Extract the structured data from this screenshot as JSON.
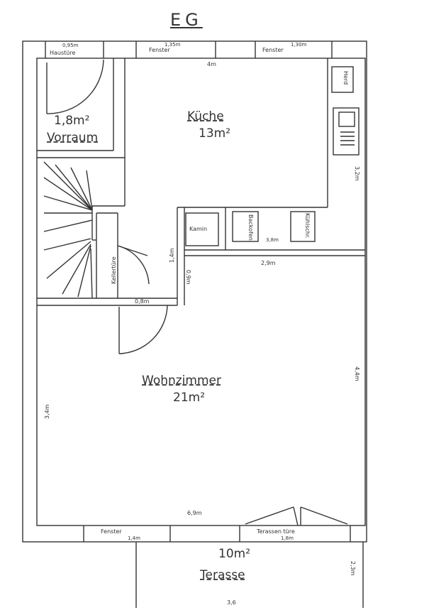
{
  "title": "EG",
  "rooms": {
    "vorraum": {
      "name": "Vorraum",
      "area": "1,8m²"
    },
    "kueche": {
      "name": "Küche",
      "area": "13m²"
    },
    "wohnzimmer": {
      "name": "Wohnzimmer",
      "area": "21m²"
    },
    "terasse": {
      "name": "Terasse",
      "area": "10m²"
    }
  },
  "openings": {
    "haustuere": {
      "label": "Haustüre",
      "width": "0,95m"
    },
    "fenster1": {
      "label": "Fenster",
      "width": "1,35m"
    },
    "fenster2": {
      "label": "Fenster",
      "width": "1,30m"
    },
    "kellertuere": {
      "label": "Kellertüre"
    },
    "fenster_bottom": {
      "label": "Fenster",
      "width": "1,4m"
    },
    "terrassentuere": {
      "label": "Terassen türe",
      "width": "1,8m"
    }
  },
  "fixtures": {
    "herd": "Herd",
    "kamin": "Kamin",
    "backofen": "Backofen",
    "kuehlschrank": "Kühlschr."
  },
  "dimensions": {
    "kitchen_width": "4m",
    "kitchen_right": "3,2m",
    "kitchen_bottom": "2,9m",
    "kitchen_bottom_inv": "3,8m",
    "wall_left": "1,4m",
    "wall_small": "0,9m",
    "opening_08": "0,8m",
    "living_left": "3,4m",
    "living_right": "4,4m",
    "living_bottom": "6,9m",
    "terrace_side": "2,3m",
    "terrace_bottom": "3,6"
  }
}
